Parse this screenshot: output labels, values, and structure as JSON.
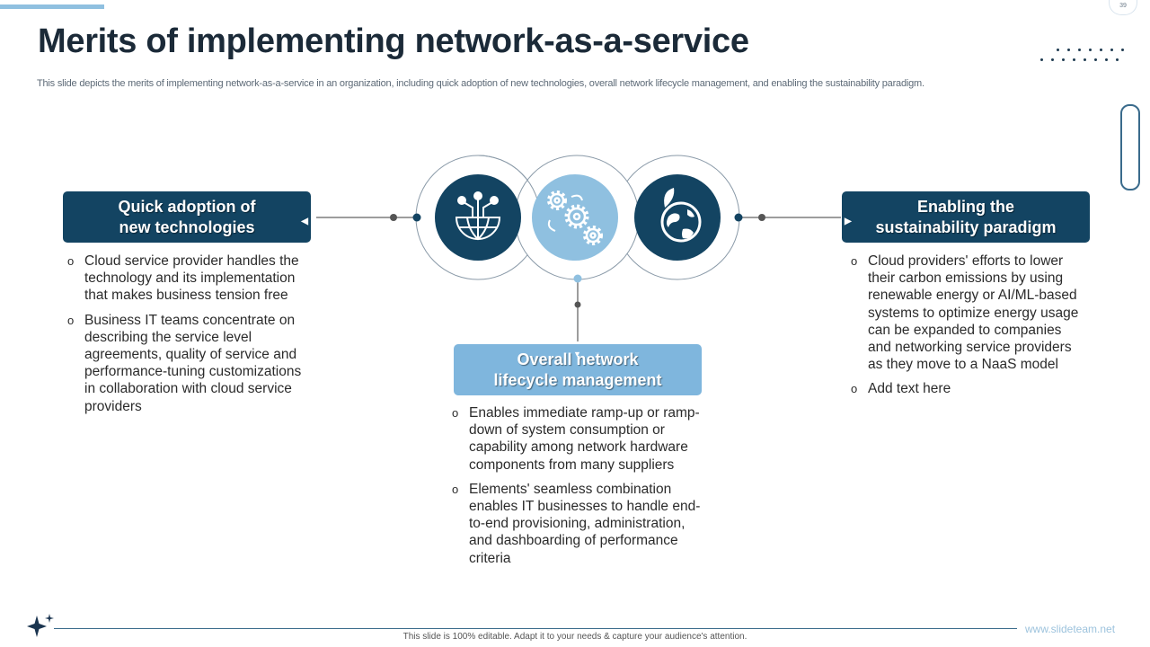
{
  "page_number": "39",
  "title": "Merits of implementing network-as-a-service",
  "subtitle": "This slide depicts the merits of implementing network-as-a-service in an organization, including quick adoption of new technologies, overall network lifecycle management, and enabling the sustainability paradigm.",
  "colors": {
    "dark": "#134462",
    "light": "#7fb6dd",
    "accent": "#8fc0e0"
  },
  "sections": {
    "left": {
      "heading_line1": "Quick adoption of",
      "heading_line2": "new technologies",
      "bullets": [
        "Cloud service provider handles the technology and its implementation that makes business tension free",
        "Business IT teams concentrate on describing the service level agreements, quality of service and performance-tuning customizations in collaboration with cloud service providers"
      ],
      "icon": "network-globe-icon"
    },
    "center": {
      "heading_line1": "Overall network",
      "heading_line2": "lifecycle management",
      "bullets": [
        "Enables immediate ramp-up or ramp-down of system consumption or capability among network hardware components from many suppliers",
        "Elements' seamless combination enables IT businesses to handle end-to-end provisioning, administration, and dashboarding of performance criteria"
      ],
      "icon": "gears-icon"
    },
    "right": {
      "heading_line1": "Enabling the",
      "heading_line2": "sustainability paradigm",
      "bullets": [
        "Cloud providers' efforts to lower their carbon emissions by using renewable energy or AI/ML-based systems to optimize energy usage can be expanded to companies and networking service providers as they move to a NaaS model",
        "Add text here"
      ],
      "icon": "eco-globe-icon"
    }
  },
  "footer": {
    "text": "This slide is 100% editable. Adapt it to your needs & capture your audience's attention.",
    "url": "www.slideteam.net"
  }
}
